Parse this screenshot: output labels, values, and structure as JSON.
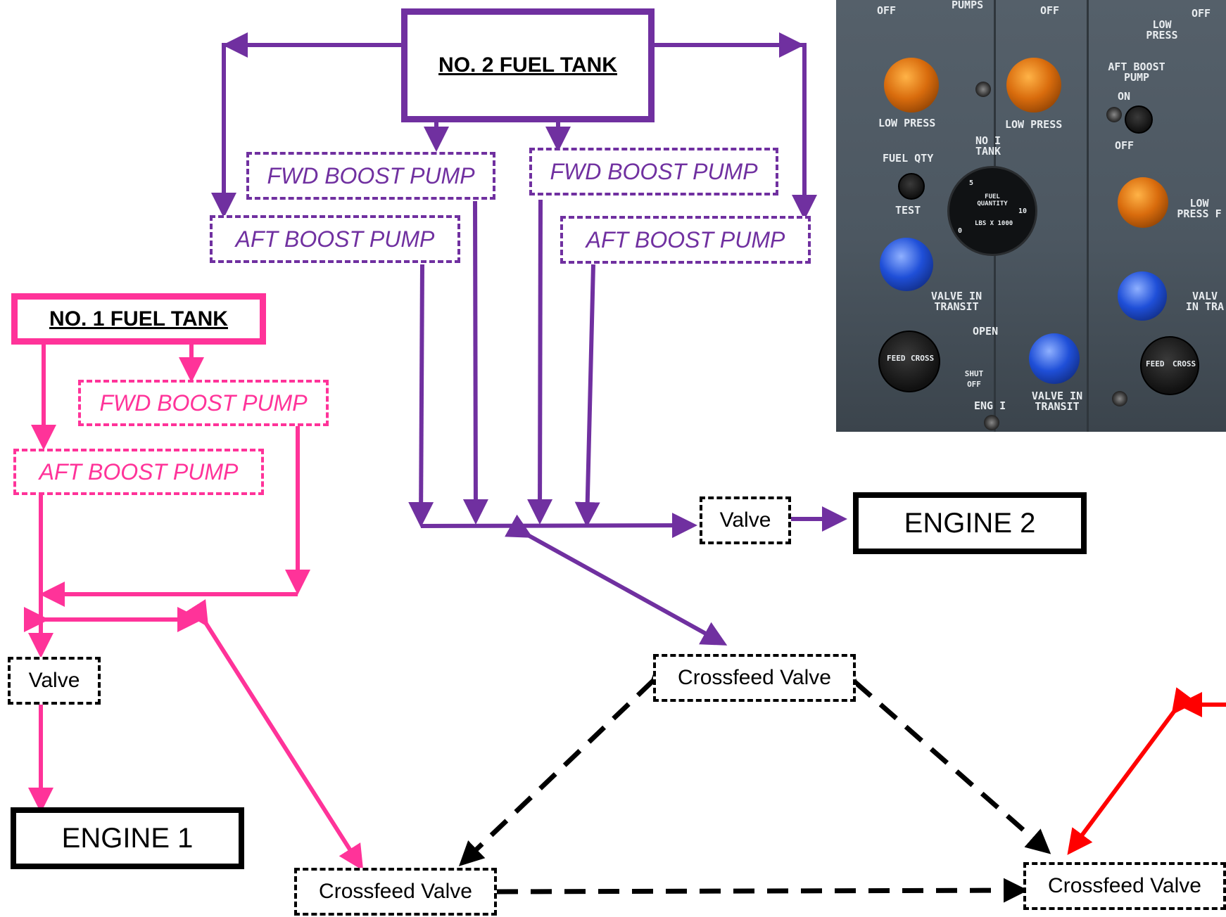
{
  "diagram": {
    "tank2": {
      "label": "NO. 2 FUEL TANK"
    },
    "tank1": {
      "label": "NO. 1 FUEL TANK"
    },
    "tank2_pumps": {
      "left_fwd": "FWD BOOST PUMP",
      "left_aft": "AFT BOOST PUMP",
      "right_fwd": "FWD BOOST PUMP",
      "right_aft": "AFT BOOST PUMP"
    },
    "tank1_pumps": {
      "fwd": "FWD BOOST PUMP",
      "aft": "AFT BOOST PUMP"
    },
    "valve_engine2": "Valve",
    "valve_engine1": "Valve",
    "engine2": "ENGINE 2",
    "engine1": "ENGINE 1",
    "crossfeed_top": "Crossfeed Valve",
    "crossfeed_left": "Crossfeed Valve",
    "crossfeed_right": "Crossfeed Valve"
  },
  "colors": {
    "tank2_system": "#7030a0",
    "tank1_system": "#ff3399",
    "tank3_system": "#ff0000",
    "crossfeed": "#000000"
  },
  "panel_photo": {
    "labels": [
      "OFF",
      "PUMPS",
      "OFF",
      "LOW PRESS",
      "OFF",
      "LOW PRESS",
      "LOW PRESS",
      "AFT BOOST PUMP",
      "ON",
      "OFF",
      "NO I TANK",
      "FUEL QTY",
      "TEST",
      "LOW PRESS F",
      "VALVE IN TRANSIT",
      "VALV IN TRA",
      "OPEN",
      "FEED",
      "CROSS",
      "SHUT OFF",
      "ENG I",
      "VALVE IN TRANSIT",
      "FEED",
      "CROSS"
    ],
    "gauge": {
      "title": "FUEL QUANTITY",
      "units": "LBS X 1000",
      "ticks": [
        "5",
        "10",
        "0"
      ]
    }
  }
}
